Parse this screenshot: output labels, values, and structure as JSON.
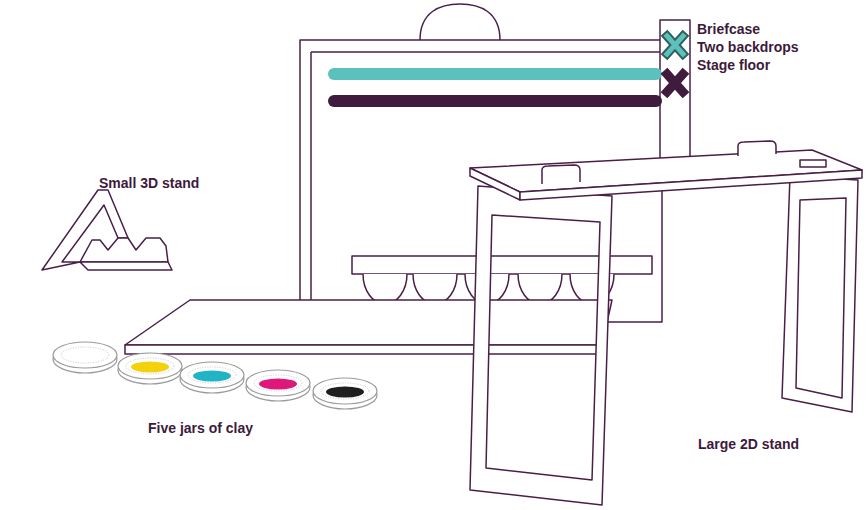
{
  "diagram": {
    "labels": [
      "Briefcase",
      "Two backdrops",
      "Stage floor",
      "Small 3D stand",
      "Five jars of clay",
      "Large 2D stand"
    ]
  }
}
